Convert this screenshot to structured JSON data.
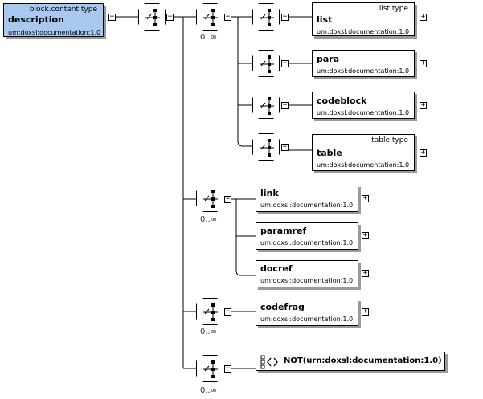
{
  "root": {
    "type": "block.content.type",
    "name": "description",
    "ns": "um:doxsl:documentation:1.0"
  },
  "groups": [
    {
      "cardinality": "0..∞",
      "children": [
        {
          "name": "list",
          "type": "list.type",
          "ns": "um:doxsl:documentation:1.0"
        },
        {
          "name": "para",
          "type": "",
          "ns": "um:doxsl:documentation:1.0"
        },
        {
          "name": "codeblock",
          "type": "",
          "ns": "um:doxsl:documentation:1.0"
        },
        {
          "name": "table",
          "type": "table.type",
          "ns": "um:doxsl:documentation:1.0"
        }
      ]
    },
    {
      "cardinality": "0..∞",
      "children": [
        {
          "name": "link",
          "ns": "um:doxsl:documentation:1.0"
        },
        {
          "name": "paramref",
          "ns": "um:doxsl:documentation:1.0"
        },
        {
          "name": "docref",
          "ns": "um:doxsl:documentation:1.0"
        }
      ]
    },
    {
      "cardinality": "0..∞",
      "children": [
        {
          "name": "codefrag",
          "ns": "um:doxsl:documentation:1.0"
        }
      ]
    },
    {
      "cardinality": "0..∞",
      "any": {
        "label": "NOT(urn:doxsl:documentation:1.0)",
        "icon": "any-element-icon"
      }
    }
  ],
  "icons": {
    "sequence": "sequence-compositor-icon",
    "collapse": "collapse-toggle-icon",
    "expand": "expand-toggle-icon"
  },
  "colors": {
    "root_fill": "#a8c8f0",
    "node_fill": "#ffffff",
    "shadow": "#9a9a9a",
    "line": "#000000"
  }
}
